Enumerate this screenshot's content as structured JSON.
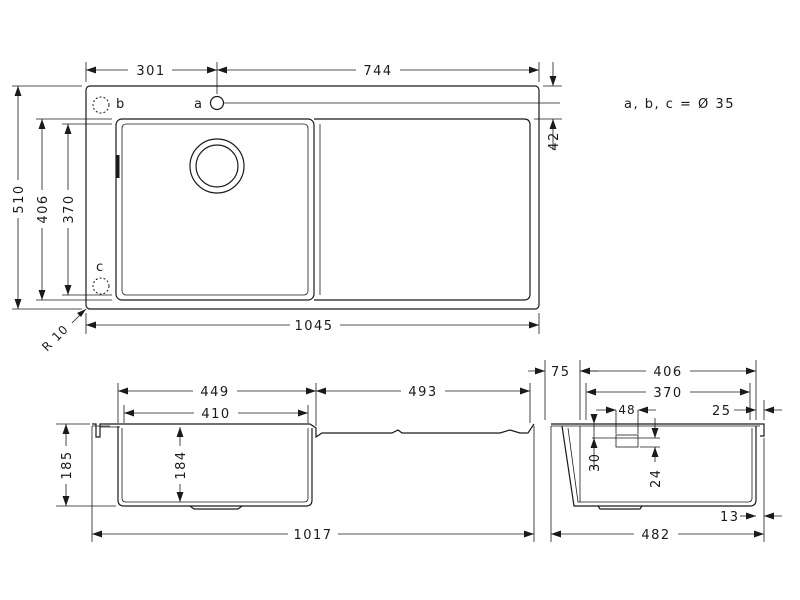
{
  "top_view": {
    "dims": {
      "w301": "301",
      "w744": "744",
      "h42": "42",
      "h510": "510",
      "h406": "406",
      "h370": "370",
      "w1045": "1045",
      "r10": "R 10"
    },
    "holes": {
      "a": "a",
      "b": "b",
      "c": "c"
    },
    "legend": "a, b, c = Ø 35"
  },
  "front_view": {
    "dims": {
      "w449": "449",
      "w493": "493",
      "w410": "410",
      "h185": "185",
      "h184": "184",
      "w1017": "1017"
    }
  },
  "side_view": {
    "dims": {
      "d75": "75",
      "d406": "406",
      "d370": "370",
      "d48": "48",
      "d25": "25",
      "d30": "30",
      "d24": "24",
      "d13": "13",
      "d482": "482"
    }
  }
}
